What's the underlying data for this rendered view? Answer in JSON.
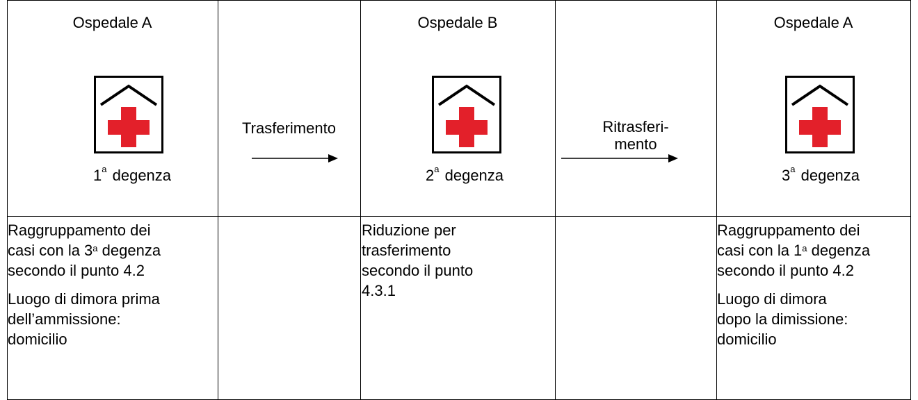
{
  "columns": [
    {
      "title": "Ospedale A",
      "stay_number": "1",
      "stay_sup": "a",
      "stay_word": "degenza"
    },
    {
      "title": "Ospedale B",
      "stay_number": "2",
      "stay_sup": "a",
      "stay_word": "degenza"
    },
    {
      "title": "Ospedale A",
      "stay_number": "3",
      "stay_sup": "a",
      "stay_word": "degenza"
    }
  ],
  "transitions": [
    {
      "label": "Trasferimento"
    },
    {
      "label_line1": "Ritrasferi-",
      "label_line2": "mento"
    }
  ],
  "notes": {
    "col1": {
      "p1_a": "Raggruppamento dei",
      "p1_b": "casi con la 3",
      "p1_sup": "a",
      "p1_c": " degenza",
      "p1_d": "secondo il punto 4.2",
      "p2_a": "Luogo di dimora prima",
      "p2_b": "dell’ammissione:",
      "p2_c": "domicilio"
    },
    "col3": {
      "a": "Riduzione per",
      "b": "trasferimento",
      "c": "secondo il punto",
      "d": "4.3.1"
    },
    "col5": {
      "p1_a": "Raggruppamento dei",
      "p1_b": "casi con la 1",
      "p1_sup": "a",
      "p1_c": " degenza",
      "p1_d": "secondo il punto 4.2",
      "p2_a": "Luogo di dimora",
      "p2_b": "dopo la dimissione:",
      "p2_c": "domicilio"
    }
  },
  "colors": {
    "cross": "#e3202a",
    "line": "#000000"
  }
}
